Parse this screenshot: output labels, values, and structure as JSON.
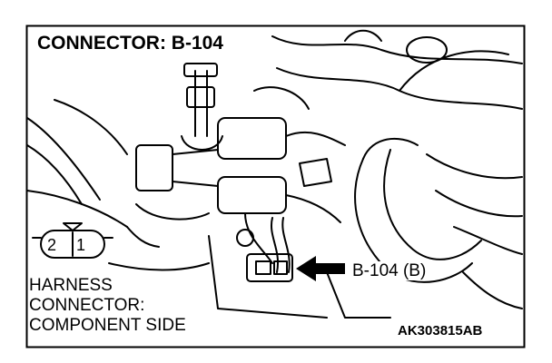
{
  "title": "CONNECTOR: B-104",
  "harness_label": {
    "line1": "HARNESS",
    "line2": "CONNECTOR:",
    "line3": "COMPONENT SIDE"
  },
  "connector_pins": [
    "2",
    "1"
  ],
  "callout": "B-104 (B)",
  "figure_id": "AK303815AB",
  "colors": {
    "line": "#000000",
    "background": "#ffffff"
  }
}
